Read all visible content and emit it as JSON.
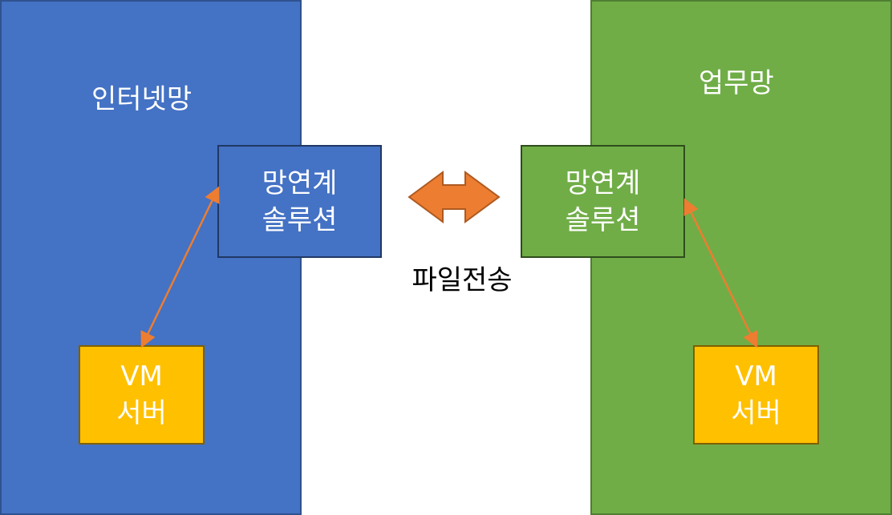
{
  "internet_zone": {
    "title": "인터넷망",
    "solution": {
      "line1": "망연계",
      "line2": "솔루션"
    },
    "vm": {
      "line1": "VM",
      "line2": "서버"
    }
  },
  "business_zone": {
    "title": "업무망",
    "solution": {
      "line1": "망연계",
      "line2": "솔루션"
    },
    "vm": {
      "line1": "VM",
      "line2": "서버"
    }
  },
  "transfer": {
    "label": "파일전송"
  },
  "colors": {
    "internet_zone": "#4472c4",
    "business_zone": "#70ad47",
    "vm_box": "#ffc000",
    "connector": "#ed7d31"
  }
}
